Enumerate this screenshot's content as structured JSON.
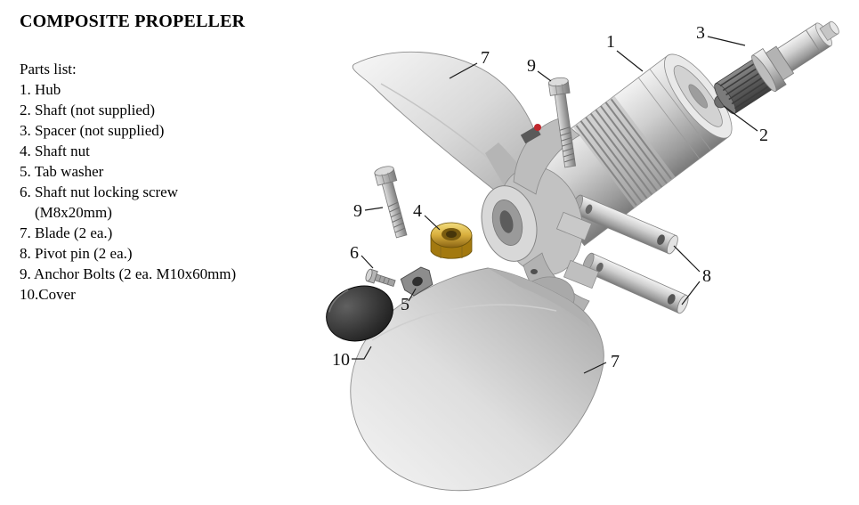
{
  "title": "COMPOSITE PROPELLER",
  "parts_list": {
    "heading": "Parts list:",
    "items": [
      "1. Hub",
      "2. Shaft (not supplied)",
      "3. Spacer (not supplied)",
      "4. Shaft nut",
      "5. Tab washer",
      "6. Shaft nut locking screw",
      "(M8x20mm)",
      "7. Blade (2 ea.)",
      "8. Pivot pin (2 ea.)",
      "9. Anchor Bolts (2 ea. M10x60mm)",
      "10.Cover"
    ]
  },
  "diagram": {
    "callouts": [
      {
        "label": "7",
        "target": "blade-top"
      },
      {
        "label": "9",
        "target": "anchor-bolt-top"
      },
      {
        "label": "1",
        "target": "hub"
      },
      {
        "label": "3",
        "target": "spacer"
      },
      {
        "label": "2",
        "target": "shaft"
      },
      {
        "label": "9",
        "target": "anchor-bolt-left"
      },
      {
        "label": "4",
        "target": "shaft-nut"
      },
      {
        "label": "6",
        "target": "locking-screw"
      },
      {
        "label": "5",
        "target": "tab-washer"
      },
      {
        "label": "8",
        "target": "pivot-pins"
      },
      {
        "label": "10",
        "target": "cover"
      },
      {
        "label": "7",
        "target": "blade-bottom"
      }
    ],
    "colors": {
      "metal_light": "#e9e9e9",
      "metal_mid": "#b5b5b5",
      "metal_dark": "#5f5f5f",
      "brass": "#d8ae3c",
      "cover_dark": "#1a1a1a",
      "accent_red": "#c0272d"
    }
  }
}
